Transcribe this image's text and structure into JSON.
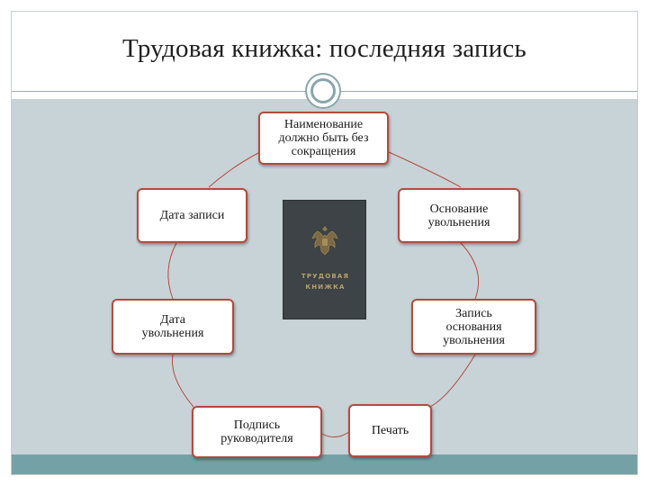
{
  "slide": {
    "title": "Трудовая книжка: последняя запись"
  },
  "book": {
    "title": "ТРУДОВАЯ\nКНИЖКА"
  },
  "nodes": {
    "top": "Наименование\nдолжно быть без\nсокращения",
    "left_upper": "Дата записи",
    "right_upper": "Основание\nувольнения",
    "left_lower": "Дата\nувольнения",
    "right_lower": "Запись\nоснования\nувольнения",
    "bottom_left": "Подпись\nруководителя",
    "bottom_right": "Печать"
  },
  "colors": {
    "content_panel": "#c8d3d8",
    "bottom_bar": "#74a1a6",
    "box_border": "#b24b3d",
    "connector": "#b24b3d",
    "book_cover": "#3d4346"
  }
}
